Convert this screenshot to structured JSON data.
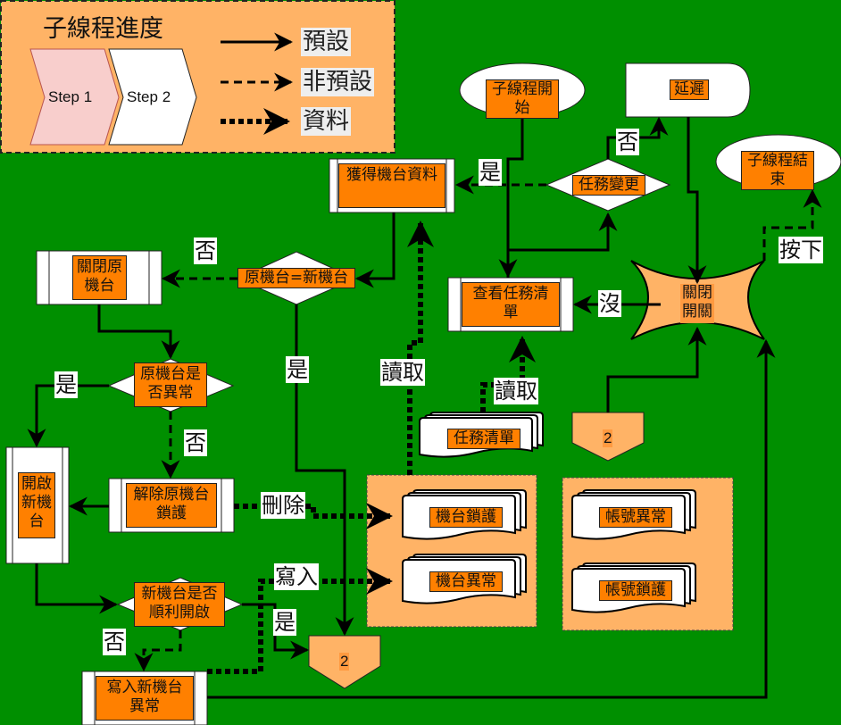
{
  "legend": {
    "title": "子線程進度",
    "steps": [
      "Step 1",
      "Step 2"
    ],
    "arrow_types": [
      {
        "style": "solid",
        "label": "預設"
      },
      {
        "style": "dashed",
        "label": "非預設"
      },
      {
        "style": "dotted",
        "label": "資料"
      }
    ]
  },
  "colors": {
    "background": "#008f00",
    "node_fill": "#ff8000",
    "panel_fill": "#ffb366",
    "step1_fill": "#f8cecc",
    "step2_fill": "#ffffff"
  },
  "nodes": {
    "thread_start": "子線程開始",
    "delay": "延遲",
    "thread_end": "子線程結束",
    "task_changed": "任務變更",
    "get_machine_data": "獲得機台資料",
    "check_task_list": "查看任務清單",
    "close_switch": "關閉開關",
    "same_machine": "原機台=新機台",
    "close_old_machine": "關閉原機台",
    "old_machine_abnormal": "原機台是否異常",
    "open_new_machine": "開啟新機台",
    "unlock_old_machine": "解除原機台鎖護",
    "new_machine_ok": "新機台是否順利開啟",
    "write_new_machine_abnormal": "寫入新機台異常",
    "task_list_doc": "任務清單",
    "connector_right": "2",
    "connector_bottom": "2",
    "machine_lock_doc": "機台鎖護",
    "machine_abnormal_doc": "機台異常",
    "account_abnormal_doc": "帳號異常",
    "account_lock_doc": "帳號鎖護"
  },
  "edge_labels": {
    "changed_no": "否",
    "changed_yes": "是",
    "press": "按下",
    "not_pressed": "沒",
    "read_machine": "讀取",
    "read_tasks": "讀取",
    "same_no": "否",
    "same_yes": "是",
    "abnormal_yes": "是",
    "abnormal_no": "否",
    "delete": "刪除",
    "write": "寫入",
    "open_yes": "是",
    "open_no": "否"
  }
}
